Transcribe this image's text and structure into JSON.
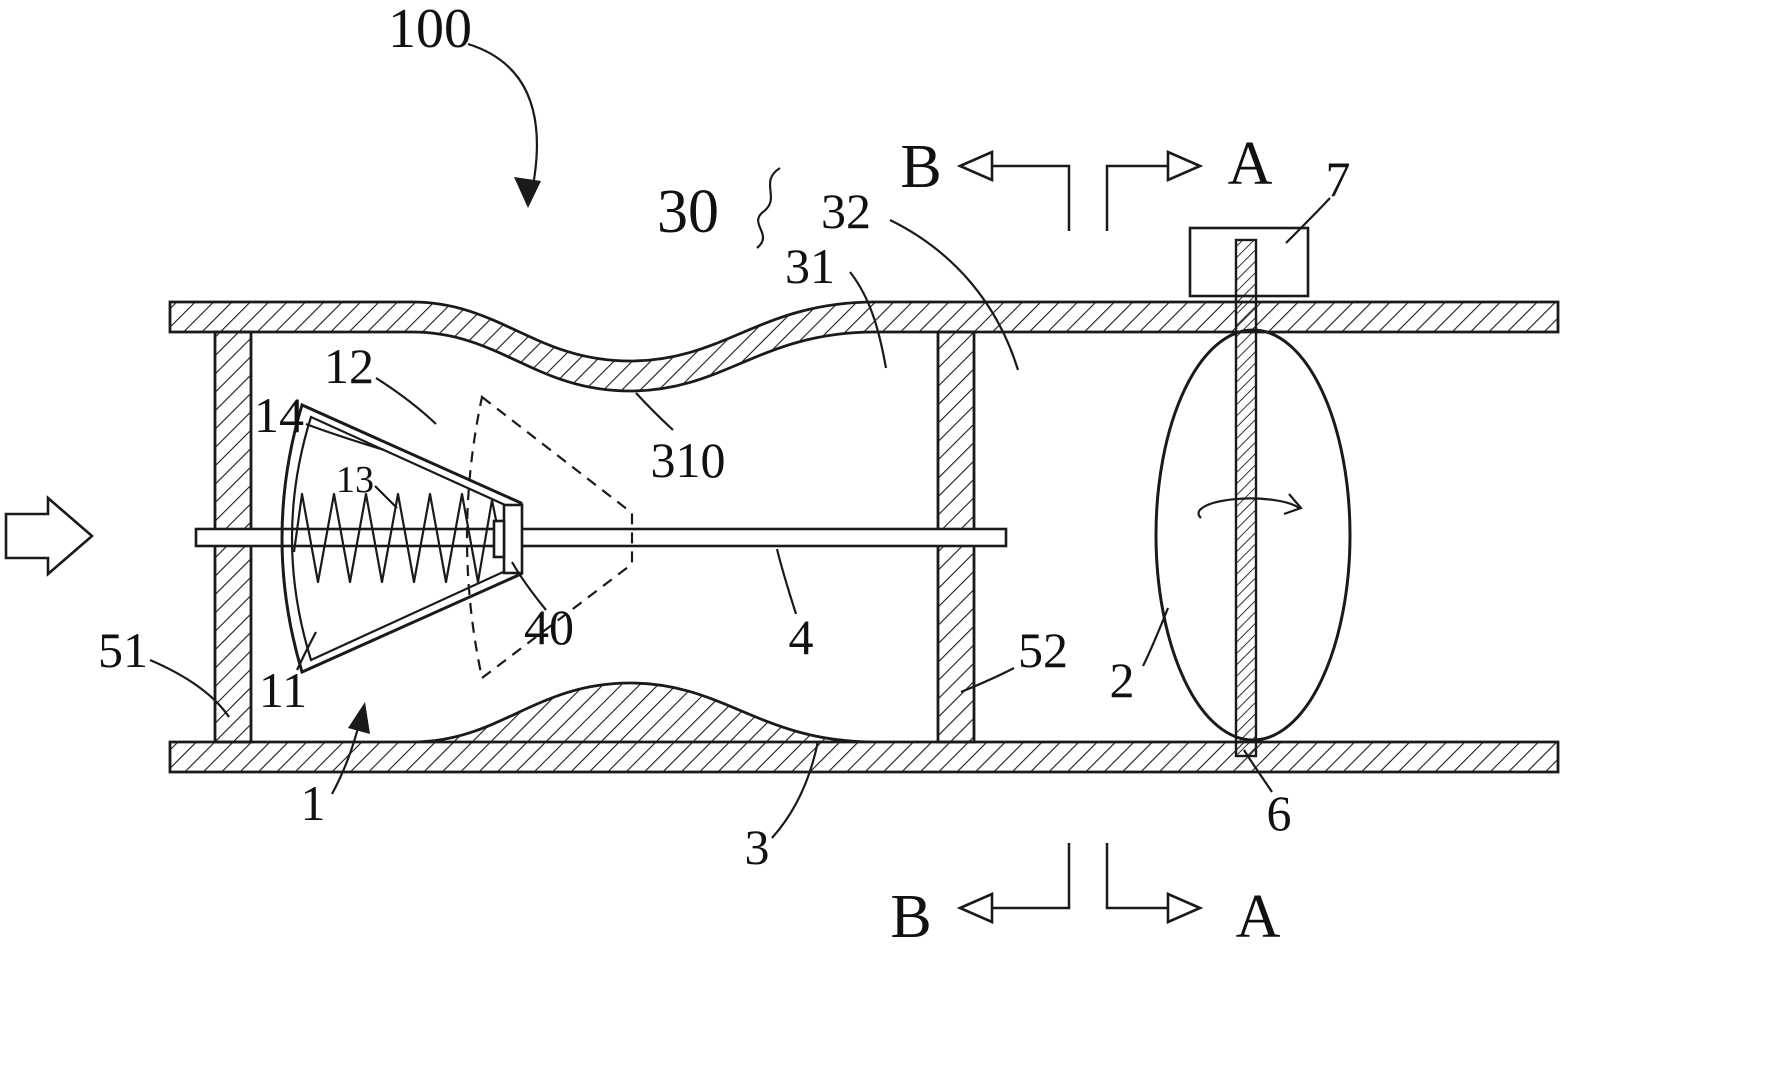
{
  "figure": {
    "type": "patent-technical-diagram",
    "colors": {
      "line": "#1a1a1a",
      "background": "#ffffff",
      "label_text": "#111111"
    },
    "labels": {
      "100": "100",
      "30": "30",
      "31": "31",
      "32": "32",
      "310": "310",
      "12": "12",
      "13": "13",
      "14": "14",
      "40": "40",
      "11": "11",
      "51": "51",
      "1": "1",
      "3": "3",
      "4": "4",
      "52": "52",
      "2": "2",
      "6": "6",
      "7": "7"
    },
    "section_markers": {
      "A": "A",
      "B": "B"
    },
    "icons": {
      "flow_arrow": "flow-direction-arrow-icon",
      "rotation_arrow": "rotation-arrow-icon",
      "section_cut_arrows": "section-cut-arrow-icon"
    }
  }
}
